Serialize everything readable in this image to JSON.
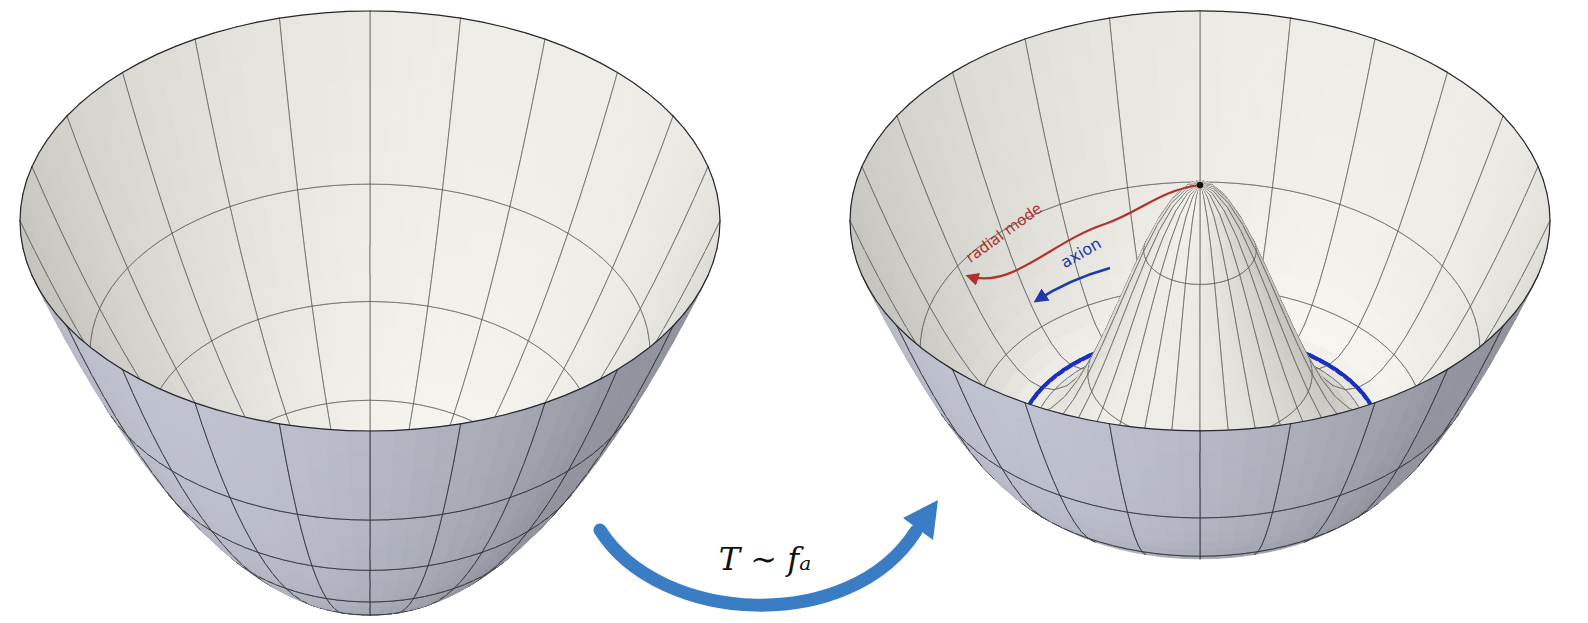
{
  "diagram": {
    "labels": [
      "radial mode",
      "axion",
      "T ∼ fₐ"
    ]
  }
}
